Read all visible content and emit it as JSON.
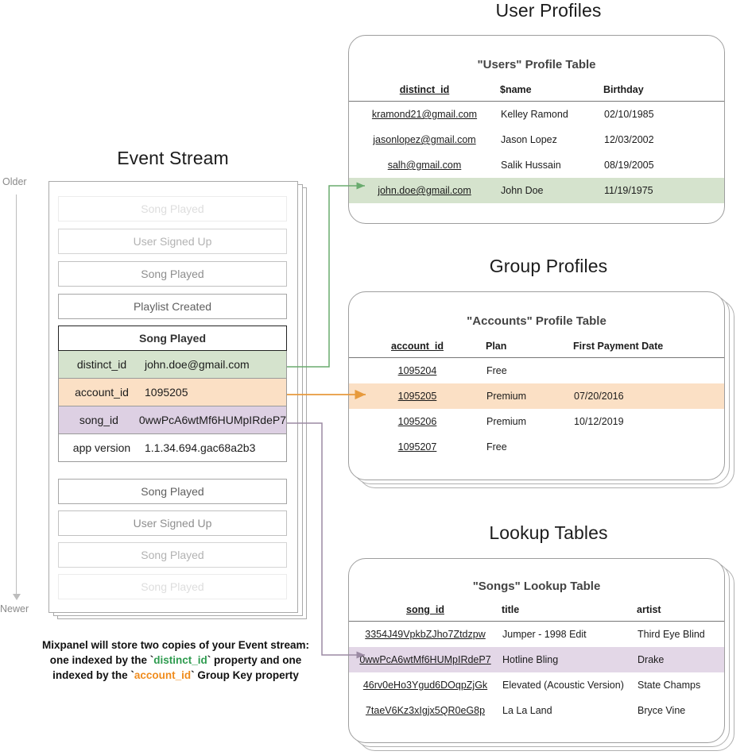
{
  "sections": {
    "event_stream_title": "Event Stream",
    "user_profiles_title": "User Profiles",
    "group_profiles_title": "Group Profiles",
    "lookup_tables_title": "Lookup Tables"
  },
  "timeline": {
    "older_label": "Older",
    "newer_label": "Newer"
  },
  "event_stream": {
    "rows_above": [
      {
        "label": "Song Played",
        "fade": "f1"
      },
      {
        "label": "User Signed Up",
        "fade": "f2"
      },
      {
        "label": "Song Played",
        "fade": "f3"
      },
      {
        "label": "Playlist Created",
        "fade": "f4"
      }
    ],
    "selected_event": {
      "name": "Song Played",
      "properties": [
        {
          "key": "distinct_id",
          "value": "john.doe@gmail.com",
          "highlight": "green"
        },
        {
          "key": "account_id",
          "value": "1095205",
          "highlight": "orange"
        },
        {
          "key": "song_id",
          "value": "0wwPcA6wtMf6HUMpIRdeP7",
          "highlight": "purple"
        },
        {
          "key": "app version",
          "value": "1.1.34.694.gac68a2b3",
          "highlight": "none"
        }
      ]
    },
    "rows_below": [
      {
        "label": "Song Played",
        "fade": "f4"
      },
      {
        "label": "User Signed Up",
        "fade": "f3"
      },
      {
        "label": "Song Played",
        "fade": "f2"
      },
      {
        "label": "Song Played",
        "fade": "f1"
      }
    ]
  },
  "caption": {
    "line1": "Mixpanel will store two copies of your Event stream:",
    "line2_pre": "one indexed by the `",
    "line2_code": "distinct_id",
    "line2_post": "` property and one",
    "line3_pre": "indexed by the `",
    "line3_code": "account_id",
    "line3_post": "` Group Key property"
  },
  "users_table": {
    "title": "\"Users\" Profile Table",
    "columns": [
      "distinct_id",
      "$name",
      "Birthday"
    ],
    "rows": [
      {
        "distinct_id": "kramond21@gmail.com",
        "name": "Kelley Ramond",
        "birthday": "02/10/1985",
        "highlight": "none"
      },
      {
        "distinct_id": "jasonlopez@gmail.com",
        "name": "Jason Lopez",
        "birthday": "12/03/2002",
        "highlight": "none"
      },
      {
        "distinct_id": "salh@gmail.com",
        "name": "Salik Hussain",
        "birthday": "08/19/2005",
        "highlight": "none"
      },
      {
        "distinct_id": "john.doe@gmail.com",
        "name": "John Doe",
        "birthday": "11/19/1975",
        "highlight": "green"
      }
    ]
  },
  "accounts_table": {
    "title": "\"Accounts\" Profile Table",
    "columns": [
      "account_id",
      "Plan",
      "First Payment Date"
    ],
    "rows": [
      {
        "account_id": "1095204",
        "plan": "Free",
        "first_payment_date": "",
        "highlight": "none"
      },
      {
        "account_id": "1095205",
        "plan": "Premium",
        "first_payment_date": "07/20/2016",
        "highlight": "orange"
      },
      {
        "account_id": "1095206",
        "plan": "Premium",
        "first_payment_date": "10/12/2019",
        "highlight": "none"
      },
      {
        "account_id": "1095207",
        "plan": "Free",
        "first_payment_date": "",
        "highlight": "none"
      }
    ]
  },
  "songs_table": {
    "title": "\"Songs\" Lookup Table",
    "columns": [
      "song_id",
      "title",
      "artist"
    ],
    "rows": [
      {
        "song_id": "3354J49VpkbZJho7Ztdzpw",
        "title": "Jumper - 1998 Edit",
        "artist": "Third Eye Blind",
        "highlight": "none"
      },
      {
        "song_id": "0wwPcA6wtMf6HUMpIRdeP7",
        "title": "Hotline Bling",
        "artist": "Drake",
        "highlight": "purple"
      },
      {
        "song_id": "46rv0eHo3Ygud6DOqpZjGk",
        "title": "Elevated (Acoustic Version)",
        "artist": "State Champs",
        "highlight": "none"
      },
      {
        "song_id": "7taeV6Kz3xIgjx5QR0eG8p",
        "title": "La La Land",
        "artist": "Bryce Vine",
        "highlight": "none"
      }
    ]
  },
  "colors": {
    "green": "#d5e3cd",
    "orange": "#fbe0c5",
    "purple": "#e3d7e7",
    "green_line": "#6aab6e",
    "orange_line": "#e8a council",
    "arrow_green": "#6aab6e",
    "arrow_orange": "#e79a3c",
    "arrow_purple": "#9b8aa3"
  }
}
